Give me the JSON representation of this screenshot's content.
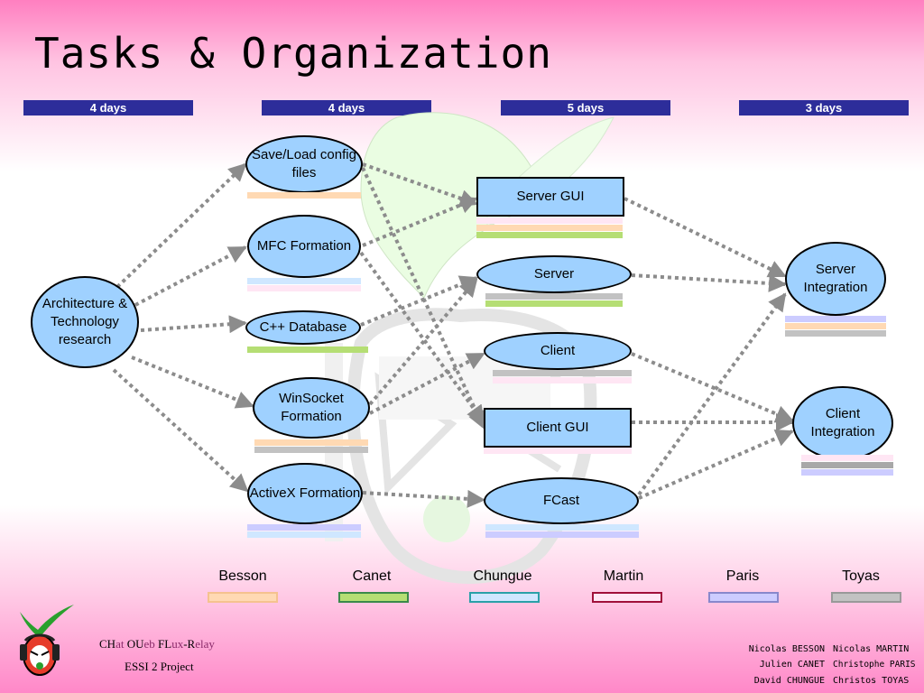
{
  "title": "Tasks & Organization",
  "phases": [
    "4 days",
    "4 days",
    "5 days",
    "3 days"
  ],
  "nodes": {
    "architecture": "Architecture & Technology research",
    "save_load": "Save/Load config files",
    "mfc": "MFC Formation",
    "cpp_db": "C++ Database",
    "winsocket": "WinSocket Formation",
    "activex": "ActiveX Formation",
    "server_gui": "Server GUI",
    "server": "Server",
    "client": "Client",
    "client_gui": "Client GUI",
    "fcast": "FCast",
    "server_integration": "Server Integration",
    "client_integration": "Client Integration"
  },
  "members": [
    {
      "name": "Besson",
      "color": "#ffd9b3",
      "border": "#f5c28f"
    },
    {
      "name": "Canet",
      "color": "#b5de74",
      "border": "#3a8a4a"
    },
    {
      "name": "Chungue",
      "color": "#cfe7ff",
      "border": "#2aa0a8"
    },
    {
      "name": "Martin",
      "color": "#ffe6f4",
      "border": "#a0103a"
    },
    {
      "name": "Paris",
      "color": "#ccccff",
      "border": "#8888cc"
    },
    {
      "name": "Toyas",
      "color": "#c2c2c2",
      "border": "#999999"
    }
  ],
  "footer": {
    "project_title": [
      "CH",
      "at ",
      "OU",
      "eb ",
      "FL",
      "ux",
      "-R",
      "elay"
    ],
    "project_subtitle": "ESSI 2 Project",
    "credits_left": [
      "Nicolas BESSON",
      "Julien CANET",
      "David CHUNGUE"
    ],
    "credits_right": [
      "Nicolas MARTIN",
      "Christophe PARIS",
      "Christos TOYAS"
    ]
  }
}
